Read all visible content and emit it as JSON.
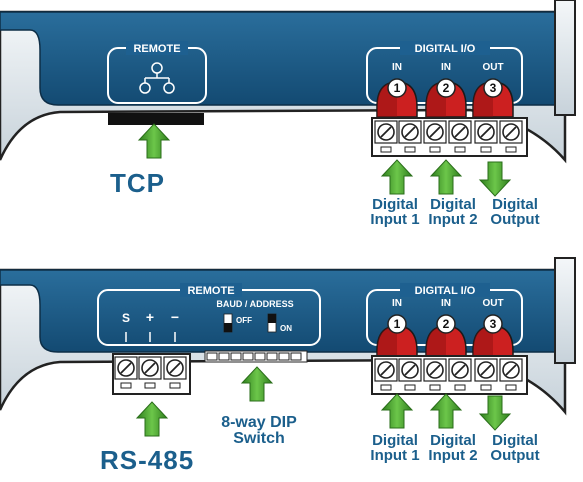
{
  "top_panel": {
    "remote_label": "REMOTE",
    "remote_icon": "network-icon",
    "digital_io_label": "DIGITAL I/O",
    "channels": [
      {
        "label": "IN",
        "number": "1"
      },
      {
        "label": "IN",
        "number": "2"
      },
      {
        "label": "OUT",
        "number": "3"
      }
    ],
    "tcp_label": "TCP"
  },
  "bottom_panel": {
    "remote_label": "REMOTE",
    "rs485_pins": [
      "S",
      "+",
      "−"
    ],
    "baud_address_label": "BAUD / ADDRESS",
    "off_label": "OFF",
    "on_label": "ON",
    "digital_io_label": "DIGITAL I/O",
    "channels": [
      {
        "label": "IN",
        "number": "1"
      },
      {
        "label": "IN",
        "number": "2"
      },
      {
        "label": "OUT",
        "number": "3"
      }
    ],
    "rs485_label": "RS-485",
    "dip_label_line1": "8-way DIP",
    "dip_label_line2": "Switch"
  },
  "annotations": {
    "digital_input_1": [
      "Digital",
      "Input 1"
    ],
    "digital_input_2": [
      "Digital",
      "Input 2"
    ],
    "digital_output": [
      "Digital",
      "Output"
    ]
  },
  "colors": {
    "panel_blue": "#1c5b86",
    "panel_dark": "#0f3f62",
    "arrow_green": "#3f9b2a",
    "text_blue": "#1b5f8c",
    "led_red": "#cc2020"
  }
}
